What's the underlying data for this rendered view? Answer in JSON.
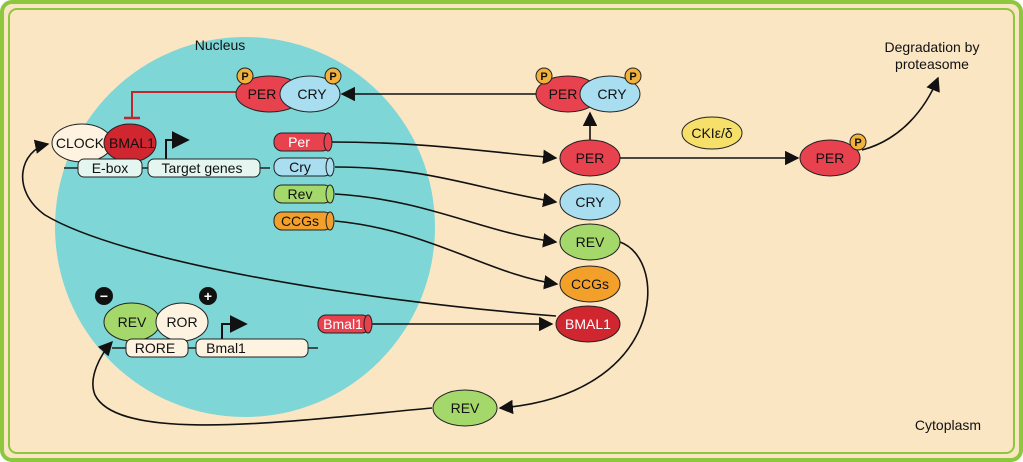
{
  "compartments": {
    "nucleus": "Nucleus",
    "cytoplasm": "Cytoplasm"
  },
  "degradation": {
    "line1": "Degradation by",
    "line2": "proteasome"
  },
  "kinase": "CKIε/δ",
  "phospho_mark": "P",
  "proteins": {
    "per": "PER",
    "cry": "CRY",
    "clock": "CLOCK",
    "bmal1": "BMAL1",
    "rev": "REV",
    "ror": "ROR",
    "ccgs": "CCGs"
  },
  "dna": {
    "ebox": "E-box",
    "target_genes": "Target genes",
    "rore": "RORE",
    "bmal1_gene": "Bmal1"
  },
  "mrna": {
    "per": "Per",
    "cry": "Cry",
    "rev": "Rev",
    "ccgs": "CCGs",
    "bmal1": "Bmal1"
  },
  "regulation": {
    "minus": "−",
    "plus": "+"
  },
  "colors": {
    "background": "#fbe6c4",
    "frame": "#8dc63f",
    "nucleus": "#7fd6d6",
    "per": "#e8424f",
    "cry": "#a8def0",
    "rev": "#a5d86a",
    "ccgs": "#f3a02b",
    "bmal1": "#cf2630",
    "phospho": "#f2b13a",
    "inhibition": "#c0272d"
  }
}
